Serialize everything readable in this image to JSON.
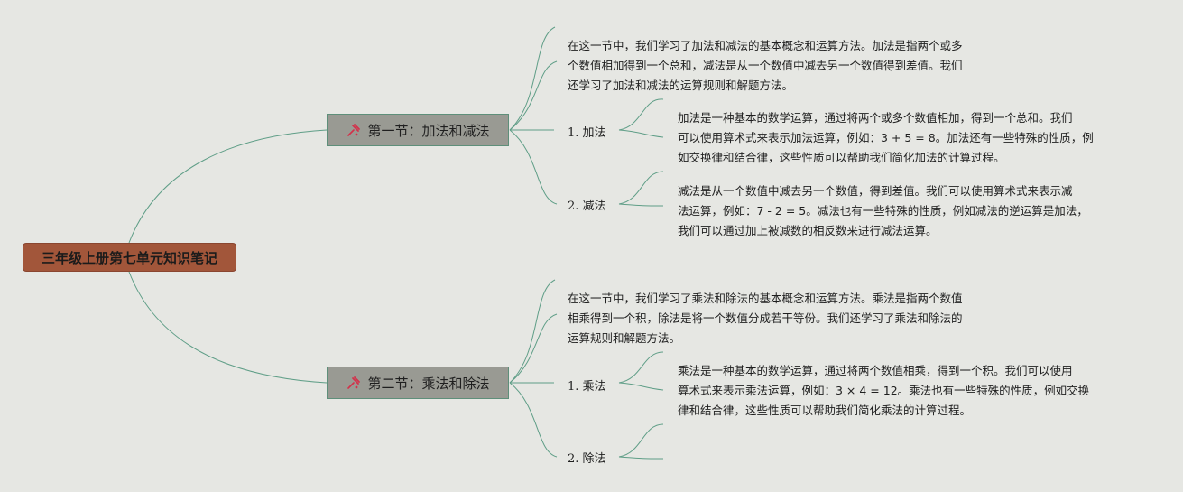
{
  "root": {
    "label": "三年级上册第七单元知识笔记"
  },
  "colors": {
    "line": "#5f9e87",
    "root_bg": "#a2563a",
    "section_bg": "#999a93",
    "pin": "#d3314a"
  },
  "sections": [
    {
      "icon": "pin-icon",
      "label": "第一节：加法和减法",
      "summary": "在这一节中，我们学习了加法和减法的基本概念和运算方法。加法是指两个或多\n个数值相加得到一个总和，减法是从一个数值中减去另一个数值得到差值。我们\n还学习了加法和减法的运算规则和解题方法。",
      "items": [
        {
          "label": "1. 加法",
          "text": "加法是一种基本的数学运算，通过将两个或多个数值相加，得到一个总和。我们\n可以使用算术式来表示加法运算，例如：3 + 5 = 8。加法还有一些特殊的性质，例\n如交换律和结合律，这些性质可以帮助我们简化加法的计算过程。"
        },
        {
          "label": "2. 减法",
          "text": "减法是从一个数值中减去另一个数值，得到差值。我们可以使用算术式来表示减\n法运算，例如：7 - 2 = 5。减法也有一些特殊的性质，例如减法的逆运算是加法，\n我们可以通过加上被减数的相反数来进行减法运算。"
        }
      ]
    },
    {
      "icon": "pin-icon",
      "label": "第二节：乘法和除法",
      "summary": "在这一节中，我们学习了乘法和除法的基本概念和运算方法。乘法是指两个数值\n相乘得到一个积，除法是将一个数值分成若干等份。我们还学习了乘法和除法的\n运算规则和解题方法。",
      "items": [
        {
          "label": "1. 乘法",
          "text": "乘法是一种基本的数学运算，通过将两个数值相乘，得到一个积。我们可以使用\n算术式来表示乘法运算，例如：3 × 4 = 12。乘法也有一些特殊的性质，例如交换\n律和结合律，这些性质可以帮助我们简化乘法的计算过程。"
        },
        {
          "label": "2. 除法",
          "text": ""
        }
      ]
    }
  ]
}
